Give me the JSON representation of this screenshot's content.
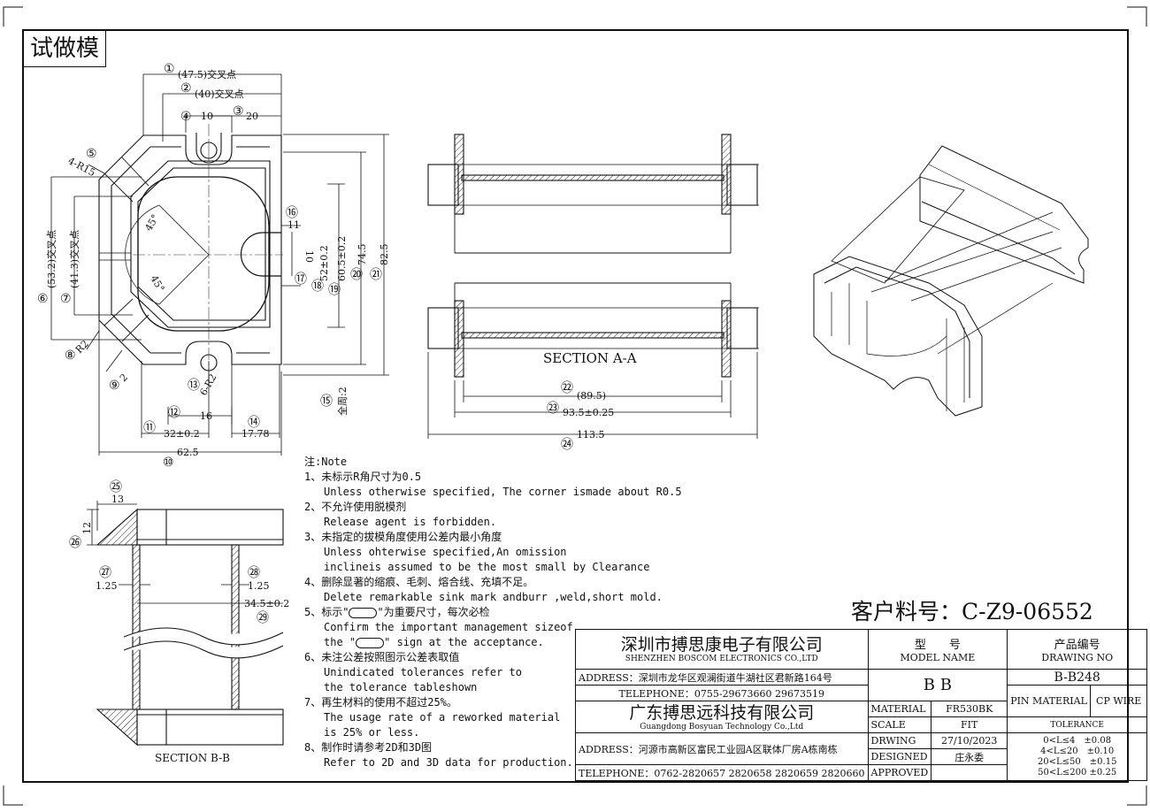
{
  "stamp": "试做模",
  "labels": {
    "section_aa": "SECTION A-A",
    "section_bb": "SECTION B-B"
  },
  "dims": {
    "d1": "(47.5)交叉点",
    "d2": "(40)交叉点",
    "d4": "10",
    "d3": "20",
    "d5": "4-R15",
    "d16": "11",
    "d17": "10",
    "d18": "52±0.2",
    "d19": "60.5±0.2",
    "d20": "74.5",
    "d21": "82.5",
    "d6": "(53.2)交叉点",
    "d7": "(41.3)交叉点",
    "d8": "R2",
    "d9": "2",
    "d13": "6-R2",
    "d15": "全周:2",
    "d12": "16",
    "d14": "17.78",
    "d11": "32±0.2",
    "d10": "62.5",
    "d22": "(89.5)",
    "d23": "93.5±0.25",
    "d24": "113.5",
    "d25": "13",
    "d26": "12",
    "d27": "1.25",
    "d28": "1.25",
    "d29": "34.5±0.2",
    "angle_a": "45°",
    "angle_b": "45°"
  },
  "balloons": [
    "①",
    "②",
    "③",
    "④",
    "⑤",
    "⑥",
    "⑦",
    "⑧",
    "⑨",
    "⑩",
    "⑪",
    "⑫",
    "⑬",
    "⑭",
    "⑮",
    "⑯",
    "⑰",
    "⑱",
    "⑲",
    "⑳",
    "㉑",
    "㉒",
    "㉓",
    "㉔",
    "㉕",
    "㉖",
    "㉗",
    "㉘",
    "㉙"
  ],
  "notes": {
    "title": "注:Note",
    "n1": "1、未标示R角尺寸为0.5",
    "n1e": "Unless otherwise specified, The corner ismade about R0.5",
    "n2": "2、不允许使用脱模剂",
    "n2e": "Release agent is forbidden.",
    "n3": "3、未指定的拔模角度使用公差内最小角度",
    "n3e1": "Unless ohterwise specified,An omission",
    "n3e2": "inclineis assumed to be the most small by Clearance",
    "n4": "4、删除显著的缩痕、毛刺、熔合线、充填不足。",
    "n4e": "Delete remarkable sink mark andburr ,weld,short mold.",
    "n5a": "5、标示\"",
    "n5b": "\"为重要尺寸，每次必检",
    "n5e1": "Confirm the important management sizeof",
    "n5e2a": "the \"",
    "n5e2b": "\" sign at the acceptance.",
    "n6": "6、未注公差按照图示公差表取值",
    "n6e1": "Unindicated tolerances refer to",
    "n6e2": "the tolerance tableshown",
    "n7": "7、再生材料的使用不超过25%。",
    "n7e1": "The usage rate of a reworked material",
    "n7e2": "is 25% or less.",
    "n8": "8、制作时请参考2D和3D图",
    "n8e": "Refer to 2D and 3D data for production."
  },
  "customer_code": "客户料号：C-Z9-06552",
  "title_block": {
    "company1": "深圳市搏思康电子有限公司",
    "company1_en": "SHENZHEN BOSCOM ELECTRONICS CO.,LTD",
    "address1": "ADDRESS：深圳市龙华区观澜街道牛湖社区君新路164号",
    "tel1": "TELEPHONE：0755-29673660 29673519",
    "company2": "广东搏思远科技有限公司",
    "company2_en": "Guangdong Bosyuan Technology Co.,Ltd",
    "address2": "ADDRESS：河源市高新区富民工业园A区联体厂房A栋南栋",
    "tel2": "TELEPHONE：0762-2820657 2820658 2820659 2820660",
    "model_cn": "型　　号",
    "model_en": "MODEL NAME",
    "model_value": "B B",
    "drawing_cn": "产品编号",
    "drawing_en": "DRAWING NO",
    "drawing_value": "B-B248",
    "material_label": "MATERIAL",
    "material_value": "FR530BK",
    "pin_material_label": "PIN MATERIAL",
    "pin_material_value": "CP WIRE",
    "scale_label": "SCALE",
    "scale_value": "FIT",
    "tolerance_label": "TOLERANCE",
    "drwing_label": "DRWING",
    "drwing_value": "27/10/2023",
    "designed_label": "DESIGNED",
    "designed_value": "庄永委",
    "approved_label": "APPROVED",
    "approved_value": "",
    "tol1": "0<L≤4　±0.08",
    "tol2": "4<L≤20　±0.10",
    "tol3": "20<L≤50　±0.15",
    "tol4": "50<L≤200 ±0.25"
  }
}
